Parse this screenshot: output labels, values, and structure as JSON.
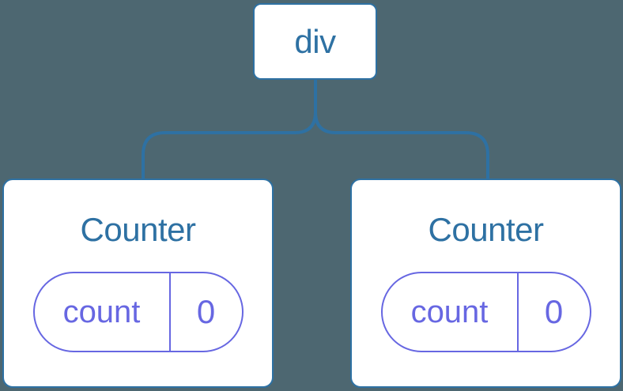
{
  "colors": {
    "background": "#4d6771",
    "node_border_blue": "#2e71a3",
    "state_purple": "#6767e2",
    "node_fill": "#ffffff"
  },
  "diagram": {
    "type": "component-tree",
    "root": {
      "label": "div"
    },
    "children": [
      {
        "title": "Counter",
        "state_key": "count",
        "state_value": "0"
      },
      {
        "title": "Counter",
        "state_key": "count",
        "state_value": "0"
      }
    ]
  }
}
